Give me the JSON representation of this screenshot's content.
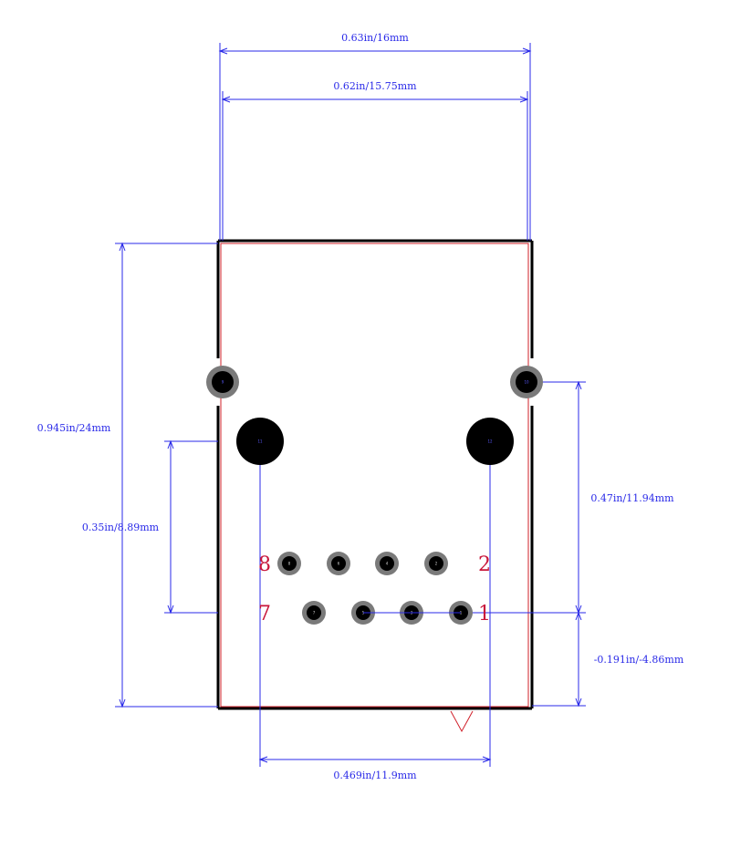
{
  "colors": {
    "outline": "#000000",
    "courtyard": "#d0202a",
    "dimension": "#2a2ae8",
    "pad_ring": "#7a7a7a",
    "pad_hole": "#000000",
    "pin_label": "#c8163a"
  },
  "dimensions": {
    "width_outer": "0.63in/16mm",
    "width_inner": "0.62in/15.75mm",
    "height_total": "0.945in/24mm",
    "row_offset": "0.35in/8.89mm",
    "mount_to_row": "0.47in/11.94mm",
    "row_to_edge": "-0.191in/-4.86mm",
    "post_spacing": "0.469in/11.9mm"
  },
  "pin_labels": {
    "p8": "8",
    "p2": "2",
    "p7": "7",
    "p1": "1"
  },
  "pads": {
    "shield_left": "9",
    "shield_right": "10",
    "post_left": "11",
    "post_right": "12",
    "top_row": [
      "8",
      "6",
      "4",
      "2"
    ],
    "bottom_row": [
      "7",
      "5",
      "3",
      "1"
    ]
  }
}
